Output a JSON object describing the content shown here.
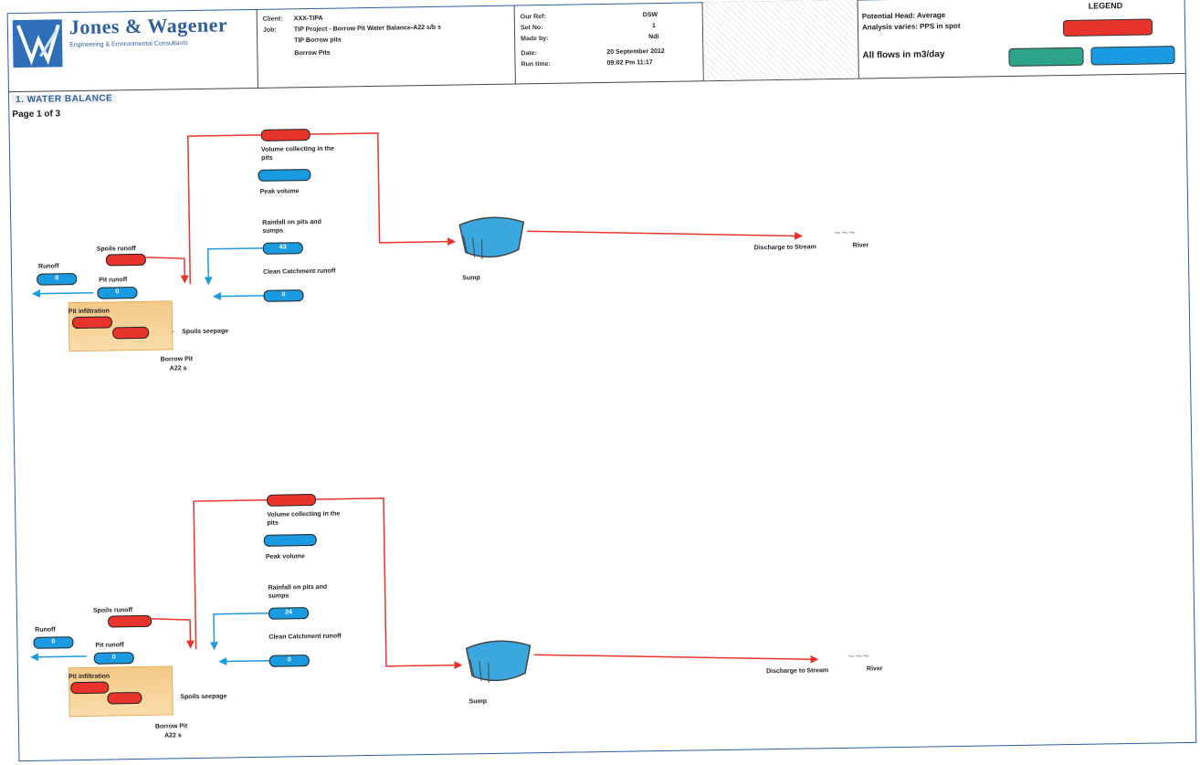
{
  "header": {
    "company": "Jones & Wagener",
    "company_sub": "Engineering & Environmental Consultants",
    "client_label": "Client:",
    "client_value": "XXX-TIPA",
    "job_label": "Job:",
    "job_value": "TIP Project - Borrow Pit Water Balance-A22 s/b s",
    "job_value2": "TIP Borrow pits",
    "job_value3": "Borrow Pits",
    "our_ref_label": "Our Ref:",
    "our_ref_value": "DSW",
    "set_no_label": "Set No:",
    "set_no_value": "1",
    "made_by_label": "Made by:",
    "made_by_value": "Ndi",
    "date_label": "Date:",
    "date_value": "20 September 2012",
    "run_time_label": "Run time:",
    "run_time_value": "09:02 Pm 11:17",
    "note1": "Potential Head: Average",
    "note2": "Analysis varies: PPS in spot",
    "flows_note": "All flows in m3/day",
    "legend_title": "LEGEND"
  },
  "page": {
    "title": "1. WATER BALANCE",
    "page_label": "Page 1 of 3"
  },
  "diagrams": [
    {
      "top_red": "",
      "volume_label": "Volume collecting in the pits",
      "peak_value": "",
      "peak_label": "Peak volume",
      "rainfall_label": "Rainfall on pits and sumps",
      "rainfall_value": "43",
      "clean_label": "Clean Catchment runoff",
      "clean_value": "0",
      "spoils_label": "Spoils runoff",
      "runoff_label": "Runoff",
      "runoff_value": "0",
      "pit_runoff_label": "Pit runoff",
      "pit_runoff_value": "0",
      "pit_infiltration_label": "Pit infiltration",
      "seepage_label": "Spoils seepage",
      "pit_label": "Borrow Pit",
      "pit_sub": "A22 s",
      "sump_label": "Sump",
      "discharge_label": "Discharge to Stream",
      "river_label": "River"
    },
    {
      "top_red": "",
      "volume_label": "Volume collecting in the pits",
      "peak_value": "",
      "peak_label": "Peak volume",
      "rainfall_label": "Rainfall on pits and sumps",
      "rainfall_value": "24",
      "clean_label": "Clean Catchment runoff",
      "clean_value": "0",
      "spoils_label": "Spoils runoff",
      "runoff_label": "Runoff",
      "runoff_value": "0",
      "pit_runoff_label": "Pit runoff",
      "pit_runoff_value": "0",
      "pit_infiltration_label": "Pit infiltration",
      "seepage_label": "Spoils seepage",
      "pit_label": "Borrow Pit",
      "pit_sub": "A22 s",
      "sump_label": "Sump",
      "discharge_label": "Discharge to Stream",
      "river_label": "River"
    }
  ],
  "colors": {
    "red": "#e8342c",
    "blue": "#1a9ae0",
    "green": "#2da38a",
    "brand": "#2f5e9e"
  }
}
